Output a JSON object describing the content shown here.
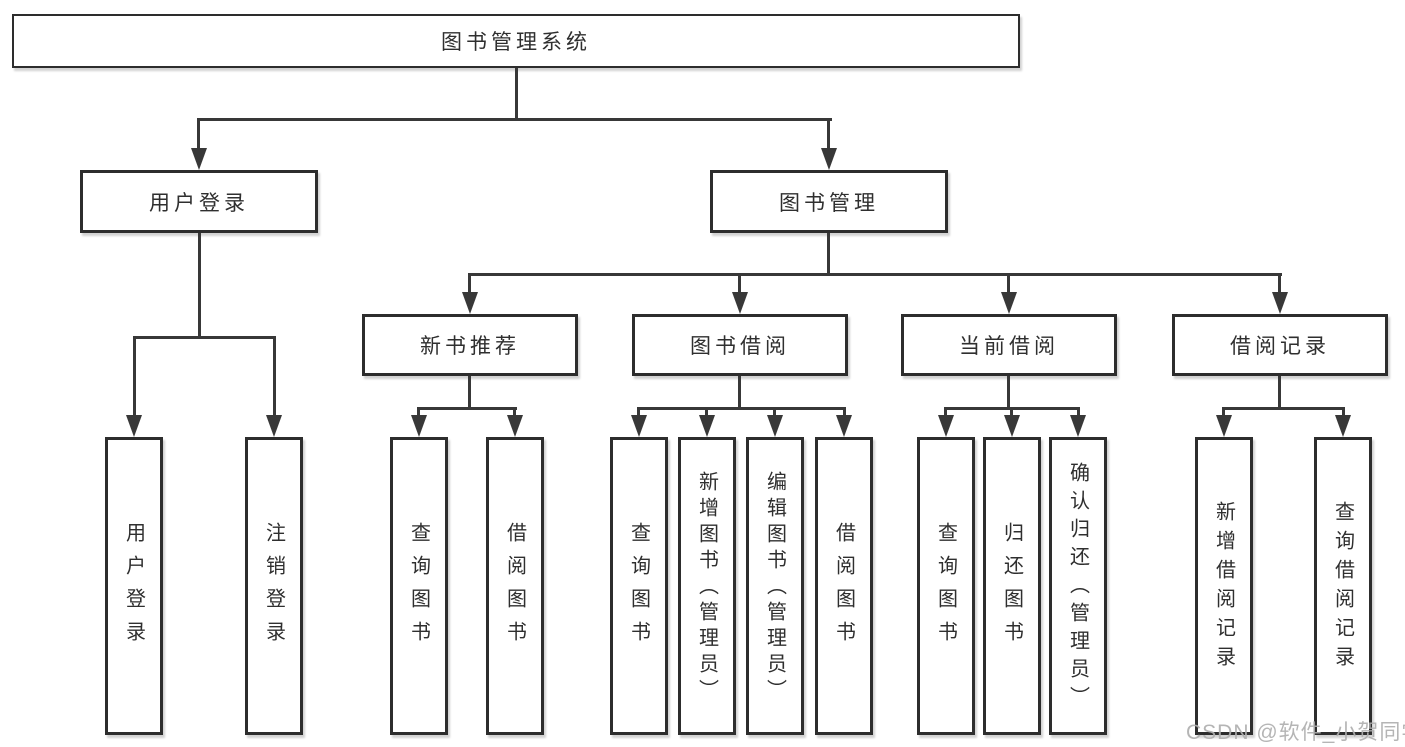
{
  "diagram_title": "图书管理系统",
  "colors": {
    "background": "#ffffff",
    "line": "#383838",
    "box_border": "#2d2d2d",
    "box_fill": "#ffffff",
    "text": "#2f2f2f",
    "watermark": "#afafaf"
  },
  "tree": {
    "label": "图书管理系统",
    "children": [
      {
        "label": "用户登录",
        "children": [
          {
            "label": "用户登录"
          },
          {
            "label": "注销登录"
          }
        ]
      },
      {
        "label": "图书管理",
        "children": [
          {
            "label": "新书推荐",
            "children": [
              {
                "label": "查询图书"
              },
              {
                "label": "借阅图书"
              }
            ]
          },
          {
            "label": "图书借阅",
            "children": [
              {
                "label": "查询图书"
              },
              {
                "label": "新增图书（管理员）"
              },
              {
                "label": "编辑图书（管理员）"
              },
              {
                "label": "借阅图书"
              }
            ]
          },
          {
            "label": "当前借阅",
            "children": [
              {
                "label": "查询图书"
              },
              {
                "label": "归还图书"
              },
              {
                "label": "确认归还（管理员）"
              }
            ]
          },
          {
            "label": "借阅记录",
            "children": [
              {
                "label": "新增借阅记录"
              },
              {
                "label": "查询借阅记录"
              }
            ]
          }
        ]
      }
    ]
  },
  "watermark": {
    "text": "CSDN @软件_小贺同学"
  }
}
